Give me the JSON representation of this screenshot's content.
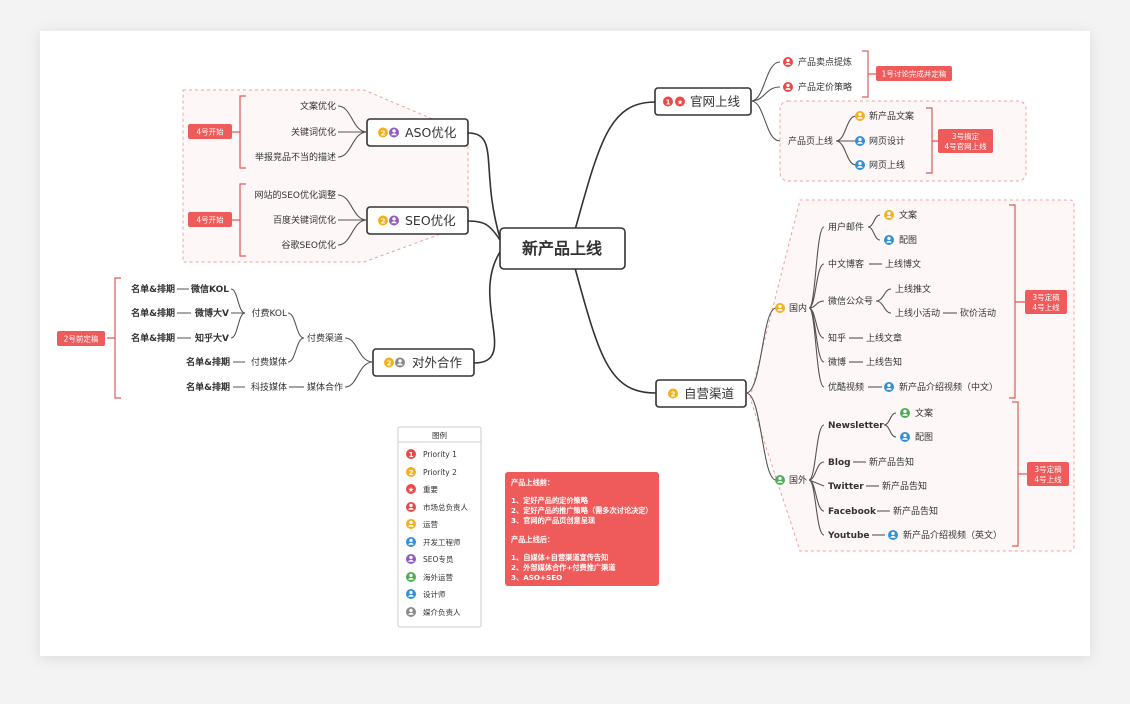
{
  "colors": {
    "priority1": "#e84a4a",
    "priority2": "#f4b01c",
    "important": "#e84a4a",
    "market_lead": "#e84a4a",
    "operations": "#f4b01c",
    "developer": "#2f8fd8",
    "seo": "#8e5cc4",
    "overseas_ops": "#4cae54",
    "designer": "#2f8fd8",
    "media_lead": "#8a8a8a",
    "note_bg": "#ef5a5a"
  },
  "center": {
    "title": "新产品上线"
  },
  "branches": {
    "official": {
      "title": "官网上线",
      "icons": [
        "priority-1-icon",
        "important-icon"
      ],
      "items": [
        "产品卖点提炼",
        "产品定价策略"
      ],
      "note1": "1号讨论完成并定稿",
      "page": {
        "label": "产品页上线",
        "items": [
          "新产品文案",
          "网页设计",
          "网页上线"
        ],
        "note_line1": "3号搞定",
        "note_line2": "4号官网上线"
      }
    },
    "aso": {
      "title": "ASO优化",
      "icons": [
        "priority-2-icon",
        "seo-icon"
      ],
      "items": [
        "文案优化",
        "关键词优化",
        "举报竞品不当的描述"
      ],
      "note": "4号开始"
    },
    "seo": {
      "title": "SEO优化",
      "icons": [
        "priority-2-icon",
        "seo-icon"
      ],
      "items": [
        "网站的SEO优化调整",
        "百度关键词优化",
        "谷歌SEO优化"
      ],
      "note": "4号开始"
    },
    "external": {
      "title": "对外合作",
      "icons": [
        "priority-2-icon",
        "media-lead-icon"
      ],
      "paid": "付费渠道",
      "kol": "付费KOL",
      "kol_items": [
        "微信KOL",
        "微博大V",
        "知乎大V"
      ],
      "list_label": "名单&排期",
      "paid_media": "付费媒体",
      "media_coop": "媒体合作",
      "tech_media": "科技媒体",
      "note": "2号前定稿"
    },
    "own": {
      "title": "自营渠道",
      "icons": [
        "priority-2-icon"
      ],
      "domestic": {
        "label": "国内",
        "email": "用户邮件",
        "email_items": [
          "文案",
          "配图"
        ],
        "blog": "中文博客",
        "blog_item": "上线博文",
        "wechat": "微信公众号",
        "wechat_items": [
          "上线推文",
          "上线小活动"
        ],
        "wechat_sub": "砍价活动",
        "zhihu": "知乎",
        "zhihu_item": "上线文章",
        "weibo": "微博",
        "weibo_item": "上线告知",
        "youku": "优酷视频",
        "youku_item": "新产品介绍视频（中文）",
        "note_line1": "3号定稿",
        "note_line2": "4号上线"
      },
      "overseas": {
        "label": "国外",
        "newsletter": "Newsletter",
        "newsletter_items": [
          "文案",
          "配图"
        ],
        "blog": "Blog",
        "blog_item": "新产品告知",
        "twitter": "Twitter",
        "twitter_item": "新产品告知",
        "facebook": "Facebook",
        "facebook_item": "新产品告知",
        "youtube": "Youtube",
        "youtube_item": "新产品介绍视频（英文）",
        "note_line1": "3号定稿",
        "note_line2": "4号上线"
      }
    }
  },
  "legend": {
    "title": "图例",
    "items": [
      {
        "label": "Priority 1",
        "icon": "priority-1-icon"
      },
      {
        "label": "Priority 2",
        "icon": "priority-2-icon"
      },
      {
        "label": "重要",
        "icon": "important-icon"
      },
      {
        "label": "市场总负责人",
        "icon": "market-lead-icon"
      },
      {
        "label": "运营",
        "icon": "operations-icon"
      },
      {
        "label": "开发工程师",
        "icon": "developer-icon"
      },
      {
        "label": "SEO专员",
        "icon": "seo-icon"
      },
      {
        "label": "海外运营",
        "icon": "overseas-ops-icon"
      },
      {
        "label": "设计师",
        "icon": "designer-icon"
      },
      {
        "label": "媒介负责人",
        "icon": "media-lead-icon"
      }
    ]
  },
  "summary": {
    "before_title": "产品上线前：",
    "before_items": [
      "1、定好产品的定价策略",
      "2、定好产品的推广策略（需多次讨论决定）",
      "3、官网的产品页创意呈现"
    ],
    "after_title": "产品上线后：",
    "after_items": [
      "1、自媒体+自营渠道宣传告知",
      "2、外部媒体合作+付费推广渠道",
      "3、ASO+SEO"
    ]
  }
}
